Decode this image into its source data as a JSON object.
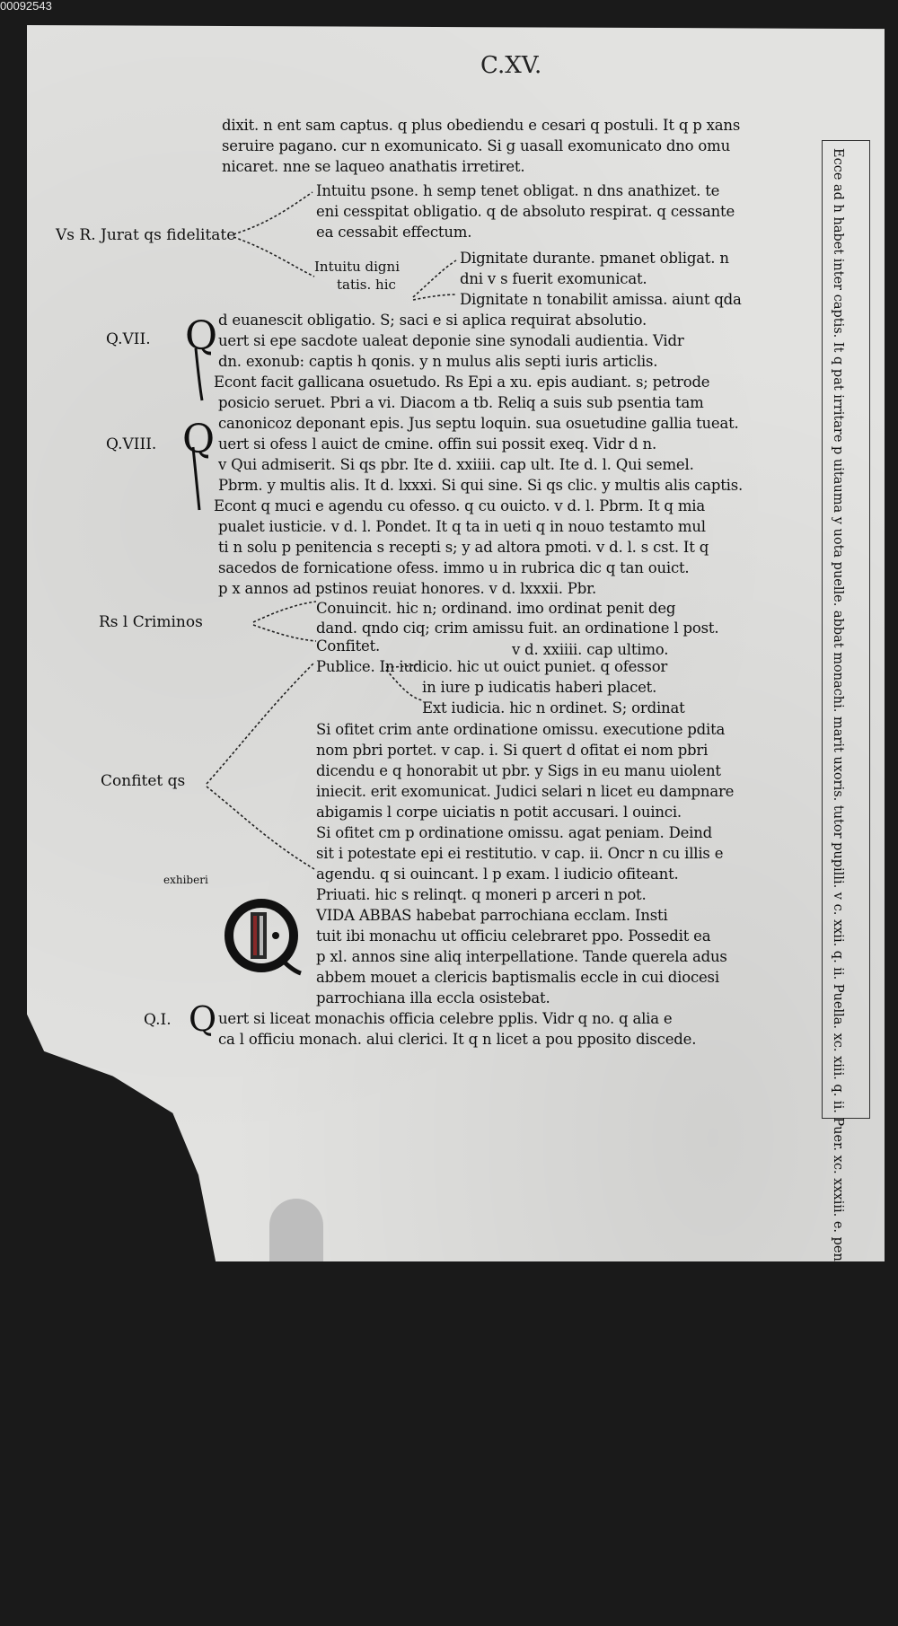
{
  "scan": {
    "id": "00092543"
  },
  "folio": {
    "number": "C.XV."
  },
  "lines": [
    "dixit. n ent sam captus. q plus obediendu e cesari q postuli. It q p xans",
    "seruire pagano. cur n exomunicato. Si g uasall exomunicato dno omu",
    "nicaret. nne se laqueo anathatis irretiret.",
    "Intuitu psone. h semp tenet obligat. n dns anathizet. te",
    "eni cesspitat obligatio. q de absoluto respirat. q cessante",
    "ea cessabit effectum.",
    "Dignitate durante. pmanet obligat. n",
    "dni v s fuerit exomunicat.",
    "Dignitate n tonabilit amissa. aiunt qda",
    "d euanescit obligatio. S; saci e si aplica requirat absolutio.",
    "uert si epe sacdote ualeat deponie sine synodali audientia. Vidr",
    "dn. exonub: captis h qonis. y n mulus alis septi iuris articlis.",
    "Econt facit gallicana osuetudo. Rs Epi a xu. epis audiant. s; petrode",
    "posicio seruet. Pbri a vi. Diacom a tb. Reliq a suis sub psentia tam",
    "canonicoz deponant epis. Jus septu loquin. sua osuetudine gallia tueat.",
    "uert si ofess l auict de cmine. offin sui possit exeq. Vidr d n.",
    "v Qui admiserit. Si qs pbr. Ite d. xxiiii. cap ult. Ite d. l. Qui semel.",
    "Pbrm. y multis alis. It d. lxxxi. Si qui sine. Si qs clic. y multis alis captis.",
    "Econt q muci e agendu cu ofesso. q cu ouicto. v d. l. Pbrm. It q mia",
    "pualet iusticie. v d. l. Pondet. It q ta in ueti q in nouo testamto mul",
    "ti n solu p penitencia s recepti s; y ad altora pmoti. v d. l. s cst. It q",
    "sacedos de fornicatione ofess. immo u in rubrica dic q tan ouict.",
    "p x annos ad pstinos reuiat honores. v d. lxxxii. Pbr.",
    "Conuincit. hic n; ordinand. imo ordinat penit deg",
    "dand. qndo ciq; crim amissu fuit. an ordinatione l post.",
    "Confitet.",
    "v d. xxiiii. cap ultimo.",
    "Publice. In iudicio. hic ut ouict puniet. q ofessor",
    "in iure p iudicatis haberi placet.",
    "Ext iudicia. hic n ordinet. S; ordinat",
    "Si ofitet crim ante ordinatione omissu. executione pdita",
    "nom pbri portet. v cap. i. Si quert d ofitat ei nom pbri",
    "dicendu e q honorabit ut pbr. y Sigs in eu manu uiolent",
    "iniecit. erit exomunicat. Judici selari n licet eu dampnare",
    "abigamis l corpe uiciatis n potit accusari. l ouinci.",
    "Si ofitet cm p ordinatione omissu. agat peniam. Deind",
    "sit i potestate epi ei restitutio. v cap. ii. Oncr n cu illis e",
    "agendu. q si ouincant. l p exam. l iudicio ofiteant.",
    "Priuati. hic s relinqt. q moneri p arceri n pot.",
    "VIDA ABBAS habebat parrochiana ecclam. Insti",
    "tuit ibi monachu ut officiu celebraret ppo. Possedit ea",
    "p xl. annos sine aliq interpellatione. Tande querela adus",
    "abbem mouet a clericis baptismalis eccle in cui diocesi",
    "parrochiana illa eccla osistebat.",
    "uert si liceat monachis officia celebre pplis. Vidr q no. q alia e",
    "ca l officiu monach. alui clerici. It q n licet a pou pposito discede."
  ],
  "margin_labels": {
    "rubric_fidelitate": "Vs R. Jurat qs fidelitate",
    "q7": "Q.VII.",
    "q8": "Q.VIII.",
    "criminosi": "Rs l Criminos",
    "confitet": "Confitet qs",
    "exhiberi": "exhiberi",
    "intuitu_dign_a": "Intuitu digni",
    "intuitu_dign_b": "tatis. hic",
    "q1": "Q.I."
  },
  "big_q": "Q",
  "side_note": {
    "text": "Ecce ad h habet inter captis. It q pat irritare p uitauma y uota puelle. abbat monachi. marit uxoris. tutor pupilli. v c. xxii. q. ii. Puella. xc. xiii. q. ii. Puer. xc. xxxiii. e. pennit. It n dns anathematizat. nonne a fidm obito separat."
  },
  "colors": {
    "ink": "#111111",
    "parchment": "#e2e2e0",
    "background": "#1a1a1a",
    "initial_red": "#8a2a2a"
  }
}
